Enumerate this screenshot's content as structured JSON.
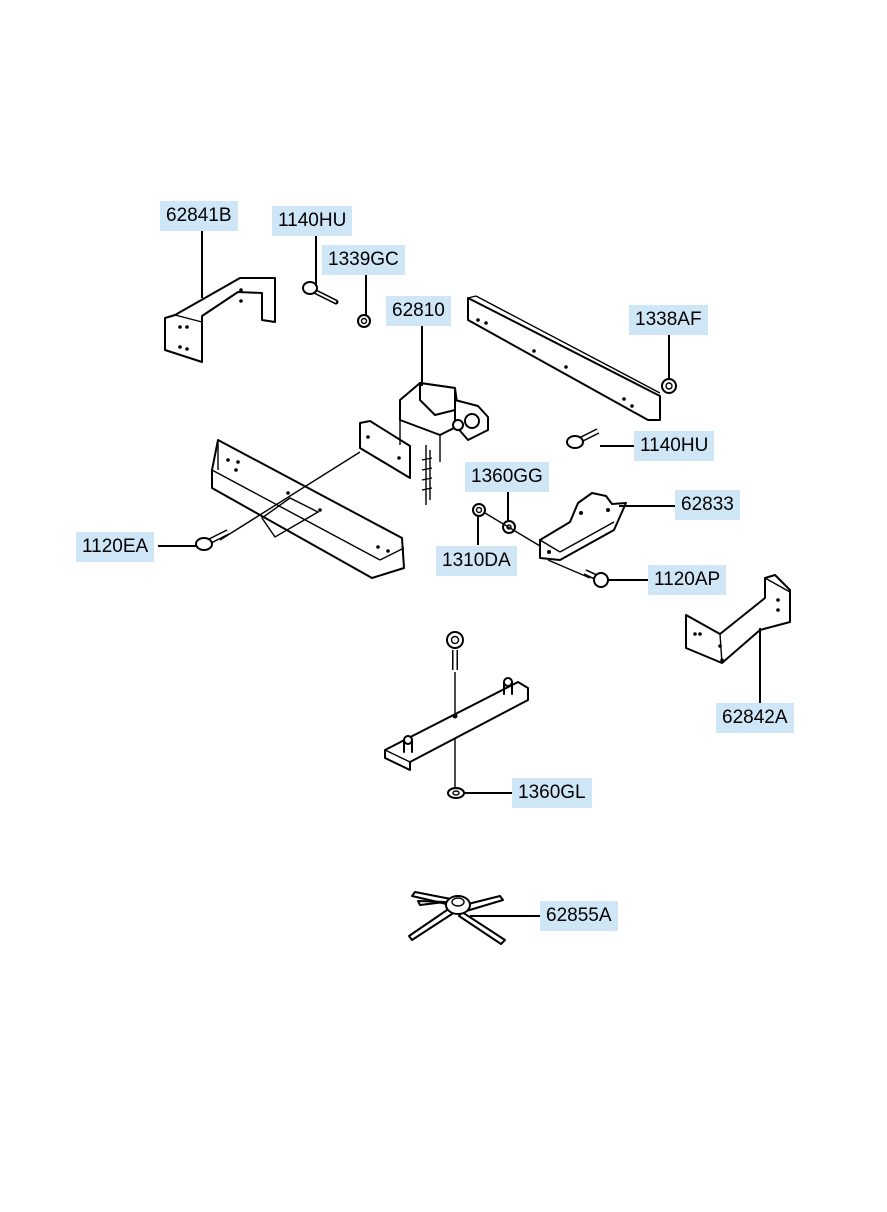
{
  "labels": {
    "bracket_left": "62841B",
    "bolt_top": "1140HU",
    "nut_top": "1339GC",
    "carrier": "62810",
    "nut_right": "1338AF",
    "bolt_right": "1140HU",
    "washer": "1360GG",
    "plate": "62833",
    "bolt_left": "1120EA",
    "nut_mid": "1310DA",
    "bolt_plate": "1120AP",
    "bracket_right": "62842A",
    "washer_bottom": "1360GL",
    "spider": "62855A"
  }
}
